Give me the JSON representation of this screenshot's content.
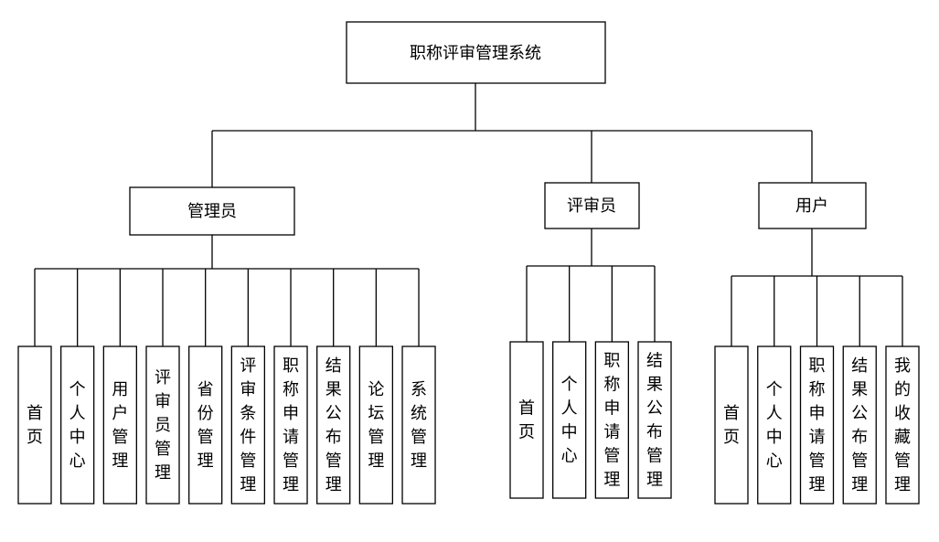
{
  "root": {
    "label": "职称评审管理系统"
  },
  "branches": [
    {
      "label": "管理员",
      "children": [
        "首页",
        "个人中心",
        "用户管理",
        "评审员管理",
        "省份管理",
        "评审条件管理",
        "职称申请管理",
        "结果公布管理",
        "论坛管理",
        "系统管理"
      ]
    },
    {
      "label": "评审员",
      "children": [
        "首页",
        "个人中心",
        "职称申请管理",
        "结果公布管理"
      ]
    },
    {
      "label": "用户",
      "children": [
        "首页",
        "个人中心",
        "职称申请管理",
        "结果公布管理",
        "我的收藏管理"
      ]
    }
  ]
}
